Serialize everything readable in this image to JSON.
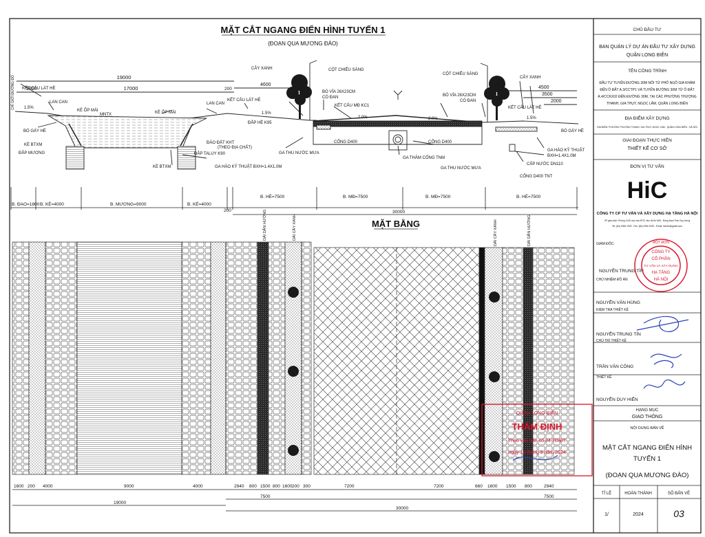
{
  "drawing": {
    "title": "MẶT CẮT NGANG ĐIỂN HÌNH TUYẾN 1",
    "subtitle": "(ĐOẠN QUA MƯƠNG ĐÀO)",
    "plan_title": "MẶT BẰNG"
  },
  "section_labels": {
    "ke_cau_lat_he": "KẾT CẤU LÁT HÈ",
    "lan_can": "LAN CAN",
    "ke_op_mai": "KÈ ỐP MÁI",
    "mntx": "MNTX",
    "bo_gay_he": "BÓ GÁY HÈ",
    "ke_btxm": "KÈ BTXM",
    "dap_muong": "ĐẮP MƯƠNG",
    "dap_taluy": "ĐẮP TALUY K90",
    "cay_xanh": "CÂY XANH",
    "cot_chieu_sang": "CỘT CHIẾU SÁNG",
    "bo_via": "BÓ VỈA 26X23CM",
    "co_dan": "CÓ ĐAN",
    "ket_cau_md": "KẾT CẤU MĐ KC1",
    "dap_he": "ĐẮP HÈ K95",
    "dao_dat": "ĐÀO ĐẤT KHT",
    "theo_dia_chat": "(THEO ĐỊA CHẤT)",
    "ga_thu": "GA THU NƯỚC MƯA",
    "ga_ky_thuat": "GA HÀO KỸ THUẬT BXH=1.4X1.0M",
    "cong_d400": "CỐNG D400",
    "ga_tham": "GA THĂM CỐNG TNM",
    "cap_nuoc": "CẤP NƯỚC DN110",
    "cong_tnt": "CỐNG D400 TNT",
    "ga_ky_thuat_r": "GA HÀO KỸ THUẬT",
    "ga_ky_thuat_r2": "BXH=1.4X1.0M",
    "chi_gioi": "CHỈ GIỚI ĐƯỜNG ĐỎ",
    "slope": "1.5%",
    "crossfall": "2.0%"
  },
  "section_dims": {
    "d19000": "19000",
    "d17000": "17000",
    "d1800": "1800",
    "d200": "200",
    "d4600": "4600",
    "d4500": "4500",
    "d3500": "3500",
    "d2000": "2000"
  },
  "band": {
    "b_dao": "B. ĐAO=1800",
    "b_ke1": "B. KÈ=4000",
    "b_muong": "B. MƯƠNG=9000",
    "b_ke2": "B. KÈ=4000",
    "d200": "200",
    "b_he1": "B. HÈ=7500",
    "b_md1": "B. MĐ=7500",
    "b_md2": "B. MĐ=7500",
    "b_he2": "B. HÈ=7500",
    "total": "30000"
  },
  "plan_labels": {
    "dai_dan_huong": "DẢI DẪN HƯỚNG",
    "dai_cay_xanh": "DẢI CÂY XANH"
  },
  "bottom_dims": {
    "row1": [
      "1600",
      "200",
      "4000",
      "9000",
      "4000",
      "2940",
      "800",
      "1500",
      "800",
      "1600",
      "200",
      "300",
      "7200",
      "7200",
      "660",
      "1600",
      "1500",
      "800",
      "2940"
    ],
    "mid": [
      "7500",
      "7500"
    ],
    "total_left": "19000",
    "total": "30000"
  },
  "title_block": {
    "chu_dau_tu_label": "CHỦ ĐẦU TƯ",
    "chu_dau_tu_1": "BAN QUẢN LÝ DỰ ÁN ĐẦU TƯ XÂY DỰNG",
    "chu_dau_tu_2": "QUẬN LONG BIÊN",
    "ten_cong_trinh_label": "TÊN CÔNG TRÌNH",
    "ten_cong_trinh": [
      "ĐẦU TƯ TUYẾN ĐƯỜNG 30M NỐI TỪ PHỐ NGÔ GIA KHẢM",
      "ĐẾN Ô ĐẤT A.3/CCTP1 VÀ TUYẾN ĐƯỜNG 30M TỪ Ô ĐẤT",
      "A.4/CCKX02 ĐẾN ĐƯỜNG 30M, TẠI CÁC PHƯỜNG THƯỢNG",
      "THANH, GIA THỤY, NGỌC LÂM, QUẬN LONG BIÊN"
    ],
    "dia_diem_label": "ĐỊA ĐIỂM XÂY DỰNG",
    "dia_diem": "ĐỊA ĐIỂM: PHƯỜNG THƯỢNG THANH, GIA THỤY, NGỌC LÂM - QUẬN LONG BIÊN - HÀ NỘI",
    "giai_doan_label": "GIAI ĐOẠN THỰC HIỆN",
    "giai_doan": "THIẾT KẾ CƠ SỞ",
    "don_vi_label": "ĐƠN VỊ TƯ VẤN",
    "logo": "HiC",
    "company": "CÔNG TY CP TƯ VẤN VÀ XÂY DỰNG HẠ TẦNG HÀ NỘI",
    "address": "VP giao dịch: Phòng 1105, tòa nhà 25T2, khu đô thị N05 - Đông Nam Trần Duy Hưng",
    "phone": "Tel: (84) 0266 1929 - Fax: (84) 0266 1929 - Email: hicinfo@gmail.com",
    "giam_doc_label": "GIÁM ĐỐC:",
    "giam_doc": "NGUYỄN TRUNG TÍN",
    "chu_nhiem_label": "CHỦ NHIỆM ĐỒ ÁN",
    "chu_nhiem": "NGUYỄN VĂN HÙNG",
    "kiem_tra_label": "KIỂM TRA THIẾT KẾ",
    "kiem_tra": "NGUYỄN TRUNG TÍN",
    "chu_tri_label": "CHỦ TRÌ THIẾT KẾ",
    "chu_tri": "TRẦN VĂN CÔNG",
    "thiet_ke_label": "THIẾT KẾ",
    "thiet_ke": "NGUYỄN DUY HIỂN",
    "hang_muc_label": "HẠNG MỤC",
    "hang_muc": "GIAO THÔNG",
    "noi_dung_label": "NỘI DUNG BẢN VẼ",
    "noi_dung_1": "MẶT CẮT NGANG ĐIỂN HÌNH",
    "noi_dung_2": "TUYẾN 1",
    "noi_dung_3": "(ĐOẠN QUA MƯƠNG ĐÀO)",
    "ti_le_label": "TỈ LỆ",
    "ti_le": "1/",
    "hoan_thanh_label": "HOÀN THÀNH",
    "hoan_thanh": "2024",
    "so_ban_ve_label": "SỐ BẢN VẼ",
    "so_ban_ve": "03"
  },
  "stamp": {
    "line1": "MỘT ĐƠN",
    "line2": "CÔNG TY",
    "line3": "CỔ PHẦN",
    "line4": "TƯ VẤN VÀ XÂY DỰNG",
    "line5": "HẠ TẦNG",
    "line6": "HÀ NỘI"
  },
  "approval_stamp": {
    "line1": "QUẬN LONG BIÊN",
    "line2": "THẨM ĐỊNH",
    "line3": "Theo văn bản số 84 TĐ/ĐT",
    "line4": "ngày 10 tháng 9 năm 2024"
  },
  "colors": {
    "line": "#222222",
    "stamp_red": "#d8152a",
    "sign_blue": "#2a3fb8",
    "road": "#bdbdbd"
  }
}
